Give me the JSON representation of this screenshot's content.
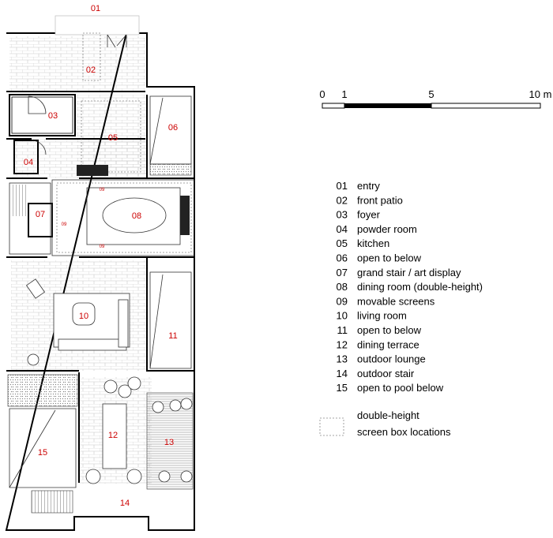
{
  "rooms": [
    {
      "id": "01"
    },
    {
      "id": "02"
    },
    {
      "id": "03"
    },
    {
      "id": "04"
    },
    {
      "id": "05"
    },
    {
      "id": "06"
    },
    {
      "id": "07"
    },
    {
      "id": "08"
    },
    {
      "id": "09"
    },
    {
      "id": "10"
    },
    {
      "id": "11"
    },
    {
      "id": "12"
    },
    {
      "id": "13"
    },
    {
      "id": "14"
    },
    {
      "id": "15"
    }
  ],
  "scale": {
    "ticks": [
      "0",
      "1",
      "5",
      "10 m"
    ]
  },
  "legend": [
    {
      "num": "01",
      "text": "entry"
    },
    {
      "num": "02",
      "text": "front patio"
    },
    {
      "num": "03",
      "text": "foyer"
    },
    {
      "num": "04",
      "text": "powder room"
    },
    {
      "num": "05",
      "text": "kitchen"
    },
    {
      "num": "06",
      "text": "open to below"
    },
    {
      "num": "07",
      "text": "grand stair / art display"
    },
    {
      "num": "08",
      "text": "dining room (double-height)"
    },
    {
      "num": "09",
      "text": "movable screens"
    },
    {
      "num": "10",
      "text": "living room"
    },
    {
      "num": "11",
      "text": "open to below"
    },
    {
      "num": "12",
      "text": "dining terrace"
    },
    {
      "num": "13",
      "text": "outdoor lounge"
    },
    {
      "num": "14",
      "text": "outdoor stair"
    },
    {
      "num": "15",
      "text": "open to pool below"
    }
  ],
  "key": {
    "line1": "double-height",
    "line2": "screen box locations"
  },
  "colors": {
    "label": "#cc0000",
    "line": "#000000"
  }
}
